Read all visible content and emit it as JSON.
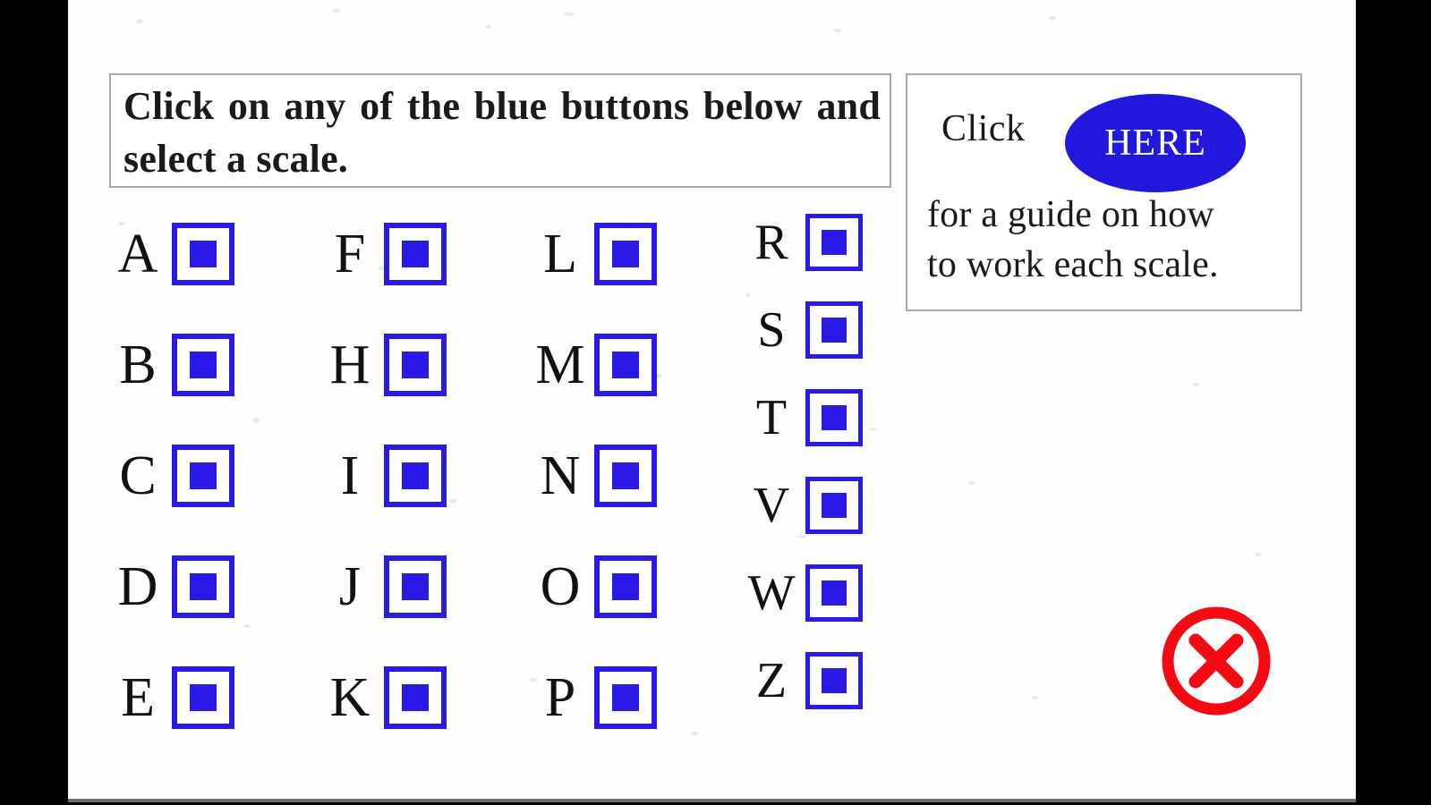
{
  "page": {
    "background_color": "#fefefe",
    "letterbox_color": "#000000"
  },
  "instruction_box": {
    "text": "Click on any of the blue buttons below and select a scale."
  },
  "guide_box": {
    "click_label": "Click",
    "here_button_label": "HERE",
    "here_button_color": "#2117dd",
    "line_1": "for a guide on how",
    "line_2": "to work each scale."
  },
  "button_grid": {
    "button_color": "#2a1ae8",
    "columns": [
      {
        "density": "tall",
        "cells": [
          {
            "letter": "A"
          },
          {
            "letter": "B"
          },
          {
            "letter": "C"
          },
          {
            "letter": "D"
          },
          {
            "letter": "E"
          }
        ]
      },
      {
        "density": "tall",
        "cells": [
          {
            "letter": "F"
          },
          {
            "letter": "H"
          },
          {
            "letter": "I"
          },
          {
            "letter": "J"
          },
          {
            "letter": "K"
          }
        ]
      },
      {
        "density": "tall",
        "cells": [
          {
            "letter": "L"
          },
          {
            "letter": "M"
          },
          {
            "letter": "N"
          },
          {
            "letter": "O"
          },
          {
            "letter": "P"
          }
        ]
      },
      {
        "density": "dense",
        "cells": [
          {
            "letter": "R"
          },
          {
            "letter": "S"
          },
          {
            "letter": "T"
          },
          {
            "letter": "V"
          },
          {
            "letter": "W"
          },
          {
            "letter": "Z"
          }
        ]
      }
    ]
  },
  "close_button": {
    "icon": "circle-x-icon",
    "color": "#f50a14"
  }
}
